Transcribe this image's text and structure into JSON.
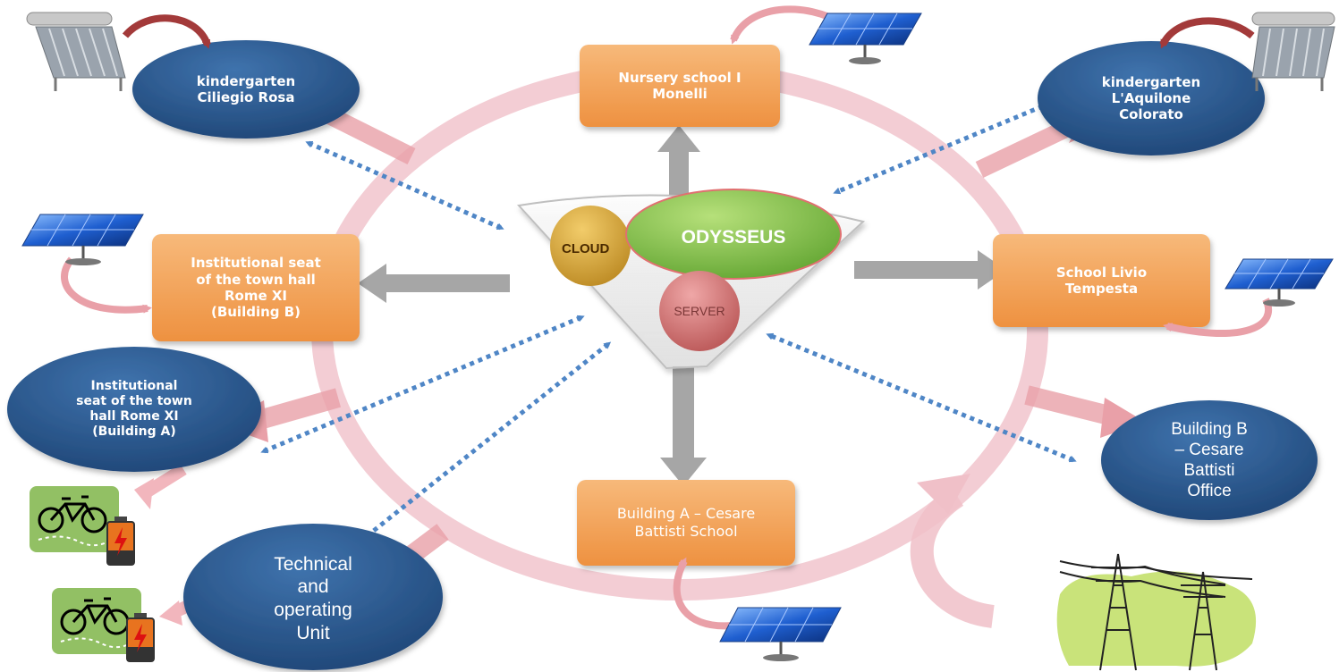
{
  "nodes": {
    "kindergarten_ciliegio": {
      "label": "kindergarten\nCiliegio Rosa"
    },
    "nursery_monelli": {
      "label": "Nursery school I\nMonelli"
    },
    "kindergarten_aquilone": {
      "label": "kindergarten\nL'Aquilone\nColorato"
    },
    "town_hall_b": {
      "label": "Institutional seat\nof the town hall\nRome XI\n(Building B)"
    },
    "school_livio": {
      "label": "School Livio\nTempesta"
    },
    "town_hall_a": {
      "label": "Institutional\nseat of the town\nhall Rome XI\n(Building A)"
    },
    "building_b_office": {
      "label": "Building B\n– Cesare\nBattisti\nOffice"
    },
    "building_a_school": {
      "label": "Building A – Cesare\nBattisti School"
    },
    "technical_unit": {
      "label": "Technical\nand\noperating\nUnit"
    }
  },
  "center": {
    "cloud": "CLOUD",
    "odysseus": "ODYSSEUS",
    "server": "SERVER"
  },
  "colors": {
    "orange_box": "#f4a460",
    "blue_ellipse": "#2e5d95",
    "ring": "#f2c8cf",
    "dotted_arrow": "#4f86c6",
    "grey_arrow": "#a6a6a6",
    "pink_arrow": "#e9a0a8",
    "dark_red_arrow": "#a33a3a",
    "odysseus_green": "#7cc04a",
    "cloud_gold": "#d4a23c",
    "server_red": "#c96a6a",
    "grid_green": "#c9e37a",
    "bike_green": "#92c064"
  },
  "icons": [
    "solar-thermal-collector-icon",
    "solar-panel-icon",
    "electric-bike-icon",
    "battery-icon",
    "power-pylon-icon"
  ]
}
